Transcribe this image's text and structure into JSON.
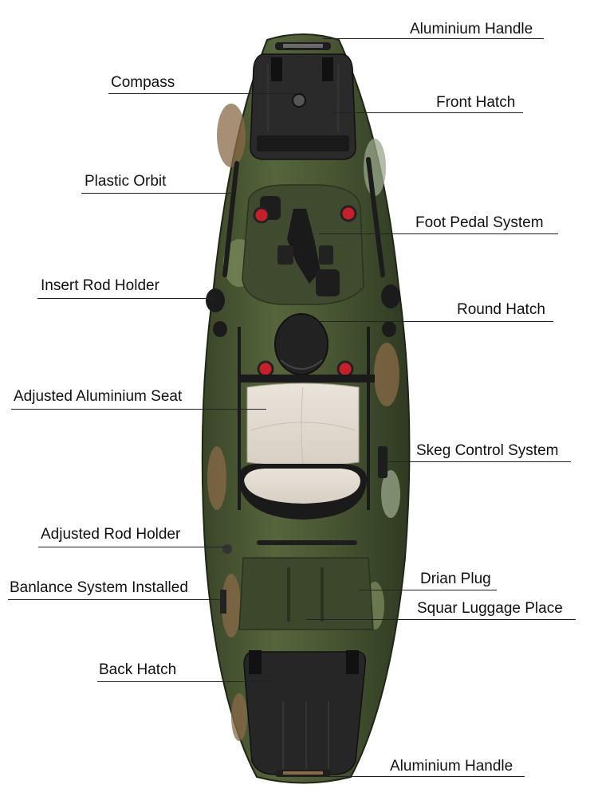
{
  "colors": {
    "hull_dark": "#2f3a22",
    "hull_mid": "#4f5d36",
    "hull_light": "#8d9a78",
    "hull_tan": "#8a6a48",
    "hatch": "#2a2a2a",
    "seat": "#e3dcd2",
    "seat_trim": "#1e1e1e",
    "plug": "#c8202b",
    "label_text": "#111111",
    "leader_line": "#222222"
  },
  "labels": {
    "aluminium_handle_top": "Aluminium Handle",
    "compass": "Compass",
    "front_hatch": "Front Hatch",
    "plastic_orbit": "Plastic Orbit",
    "foot_pedal_system": "Foot Pedal System",
    "insert_rod_holder": "Insert Rod Holder",
    "round_hatch": "Round Hatch",
    "adjusted_aluminium_seat": "Adjusted Aluminium Seat",
    "skeg_control_system": "Skeg Control System",
    "adjusted_rod_holder": "Adjusted Rod Holder",
    "drian_plug": "Drian Plug",
    "banlance_system_installed": "Banlance System Installed",
    "squar_luggage_place": "Squar Luggage Place",
    "back_hatch": "Back Hatch",
    "aluminium_handle_bottom": "Aluminium Handle"
  }
}
